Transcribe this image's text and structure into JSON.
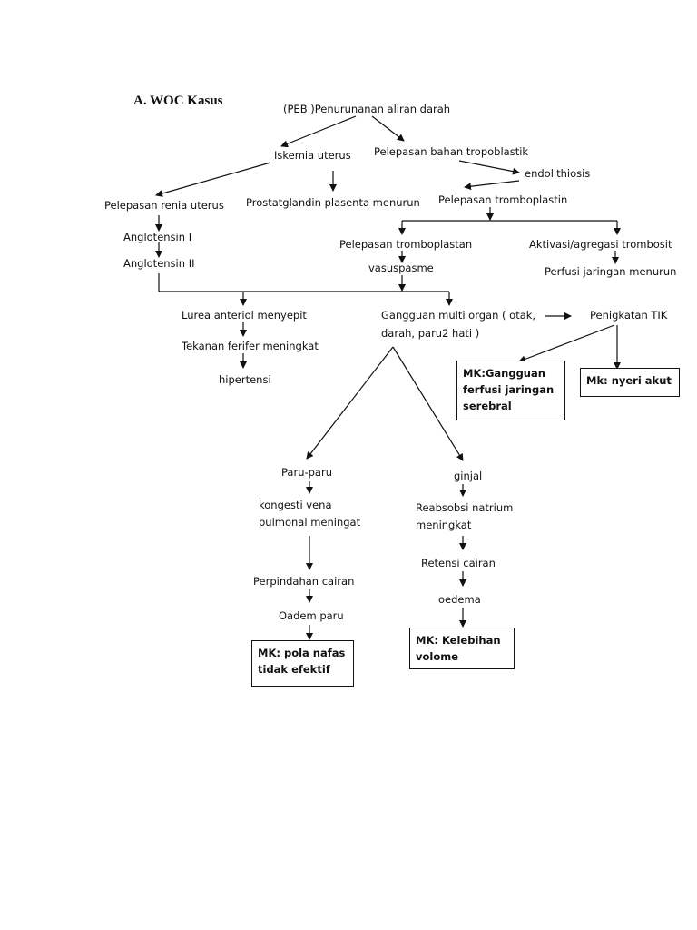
{
  "title": "A. WOC Kasus",
  "nodes": {
    "peb": "(PEB )Penurunanan aliran darah",
    "iskemia": "Iskemia uterus",
    "pelepasan_bahan": "Pelepasan  bahan tropoblastik",
    "endolithiosis": "endolithiosis",
    "pelepasan_tromboplastin": "Pelepasan tromboplastin",
    "pelepasan_renia": "Pelepasan renia uterus",
    "prostatglandin": "Prostatglandin plasenta menurun",
    "anglotensin1": "Anglotensin I",
    "anglotensin2": "Anglotensin II",
    "pelepasan_tromboplastan": "Pelepasan tromboplastan",
    "vasuspasme": "vasuspasme",
    "aktivasi": "Aktivasi/agregasi trombosit",
    "perfusi_menurun": "Perfusi jaringan menurun",
    "lurea": "Lurea anteriol menyepit",
    "gangguan_1": "Gangguan multi organ ( otak,",
    "gangguan_2": "darah, paru2 hati )",
    "peningkatan_tik": "Penigkatan TIK",
    "tekanan": "Tekanan ferifer meningkat",
    "hipertensi": "hipertensi",
    "paru": "Paru-paru",
    "ginjal": "ginjal",
    "kongesti_1": "kongesti  vena",
    "kongesti_2": "pulmonal meningat",
    "reabsobsi_1": "Reabsobsi natrium",
    "reabsobsi_2": "meningkat",
    "retensi": "Retensi cairan",
    "perpindahan": "Perpindahan cairan",
    "oedema": "oedema",
    "oadem": "Oadem paru"
  },
  "boxes": {
    "mk_gangguan": "MK:Gangguan\nferfusi jaringan\nserebral",
    "mk_nyeri": "Mk: nyeri akut",
    "mk_pola": "MK: pola nafas\ntidak efektif",
    "mk_kelebihan": "MK: Kelebihan\nvolome"
  }
}
